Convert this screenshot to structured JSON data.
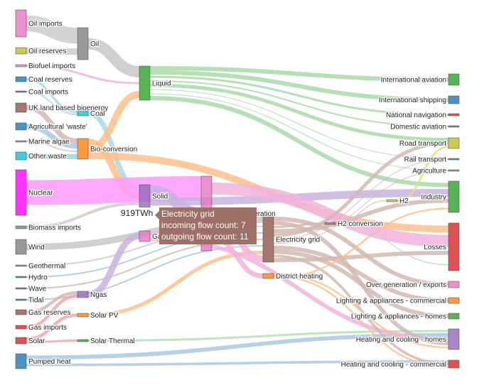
{
  "diagram": {
    "type": "sankey",
    "nodes": [
      {
        "id": "oil_imports",
        "label": "Oil imports",
        "color": "#e377c2"
      },
      {
        "id": "oil_reserves",
        "label": "Oil reserves",
        "color": "#bcbd22"
      },
      {
        "id": "biofuel_imports",
        "label": "Biofuel imports",
        "color": "#e377c2"
      },
      {
        "id": "coal_reserves",
        "label": "Coal reserves",
        "color": "#1f77b4"
      },
      {
        "id": "coal_imports",
        "label": "Coal imports",
        "color": "#8c564b"
      },
      {
        "id": "uk_bioenergy",
        "label": "UK land based bioenergy",
        "color": "#8c564b"
      },
      {
        "id": "agri_waste",
        "label": "Agricultural 'waste'",
        "color": "#1f77b4"
      },
      {
        "id": "marine_algae",
        "label": "Marine algae",
        "color": "#7f7f7f"
      },
      {
        "id": "other_waste",
        "label": "Other waste",
        "color": "#17becf"
      },
      {
        "id": "nuclear",
        "label": "Nuclear",
        "color": "#ff00ff"
      },
      {
        "id": "biomass_imports",
        "label": "Biomass imports",
        "color": "#7f7f7f"
      },
      {
        "id": "wind",
        "label": "Wind",
        "color": "#7f7f7f"
      },
      {
        "id": "geothermal",
        "label": "Geothermal",
        "color": "#7f7f7f"
      },
      {
        "id": "hydro",
        "label": "Hydro",
        "color": "#1f77b4"
      },
      {
        "id": "wave",
        "label": "Wave",
        "color": "#8c564b"
      },
      {
        "id": "tidal",
        "label": "Tidal",
        "color": "#1f77b4"
      },
      {
        "id": "gas_reserves",
        "label": "Gas reserves",
        "color": "#8c564b"
      },
      {
        "id": "gas_imports",
        "label": "Gas imports",
        "color": "#d62728"
      },
      {
        "id": "solar",
        "label": "Solar",
        "color": "#d62728"
      },
      {
        "id": "pumped_heat",
        "label": "Pumped heat",
        "color": "#1f77b4"
      },
      {
        "id": "oil",
        "label": "Oil",
        "color": "#7f7f7f"
      },
      {
        "id": "coal",
        "label": "Coal",
        "color": "#17becf"
      },
      {
        "id": "bio_conversion",
        "label": "Bio-conversion",
        "color": "#ff7f0e"
      },
      {
        "id": "ngas",
        "label": "Ngas",
        "color": "#9467bd"
      },
      {
        "id": "solar_pv",
        "label": "Solar PV",
        "color": "#ff7f0e"
      },
      {
        "id": "solar_thermal",
        "label": "Solar Thermal",
        "color": "#2ca02c"
      },
      {
        "id": "liquid",
        "label": "Liquid",
        "color": "#2ca02c"
      },
      {
        "id": "solid",
        "label": "Solid",
        "color": "#9467bd"
      },
      {
        "id": "gas",
        "label": "Gas",
        "color": "#e377c2"
      },
      {
        "id": "thermal_gen",
        "label": "Thermal generation",
        "color": "#e377c2"
      },
      {
        "id": "electricity_grid",
        "label": "Electricity grid",
        "color": "#8c564b"
      },
      {
        "id": "district_heating",
        "label": "District heating",
        "color": "#ff7f0e"
      },
      {
        "id": "h2_conversion",
        "label": "H2 conversion",
        "color": "#7f7f7f"
      },
      {
        "id": "h2",
        "label": "H2",
        "color": "#bcbd22"
      },
      {
        "id": "international_aviation",
        "label": "International aviation",
        "color": "#2ca02c"
      },
      {
        "id": "international_shipping",
        "label": "International shipping",
        "color": "#1f77b4"
      },
      {
        "id": "national_navigation",
        "label": "National navigation",
        "color": "#d62728"
      },
      {
        "id": "domestic_aviation",
        "label": "Domestic aviation",
        "color": "#8c564b"
      },
      {
        "id": "road_transport",
        "label": "Road transport",
        "color": "#bcbd22"
      },
      {
        "id": "rail_transport",
        "label": "Rail transport",
        "color": "#1f77b4"
      },
      {
        "id": "agriculture",
        "label": "Agriculture",
        "color": "#7f7f7f"
      },
      {
        "id": "industry",
        "label": "Industry",
        "color": "#2ca02c"
      },
      {
        "id": "losses",
        "label": "Losses",
        "color": "#d62728"
      },
      {
        "id": "over_generation",
        "label": "Over generation / exports",
        "color": "#e377c2"
      },
      {
        "id": "lighting_commercial",
        "label": "Lighting & appliances - commercial",
        "color": "#ff7f0e"
      },
      {
        "id": "lighting_homes",
        "label": "Lighting & appliances - homes",
        "color": "#2ca02c"
      },
      {
        "id": "heating_homes",
        "label": "Heating and cooling - homes",
        "color": "#9467bd"
      },
      {
        "id": "heating_commercial",
        "label": "Heating and cooling - commercial",
        "color": "#d62728"
      }
    ],
    "links": [
      {
        "source": "oil_imports",
        "target": "oil",
        "color": "#cccccc"
      },
      {
        "source": "oil_reserves",
        "target": "oil",
        "color": "#cccccc"
      },
      {
        "source": "oil",
        "target": "liquid",
        "color": "#c8c8c8"
      },
      {
        "source": "biofuel_imports",
        "target": "liquid",
        "color": "#f2b3de"
      },
      {
        "source": "coal_reserves",
        "target": "coal",
        "color": "#a6d8e8"
      },
      {
        "source": "coal_imports",
        "target": "coal",
        "color": "#a6d8e8"
      },
      {
        "source": "coal",
        "target": "solid",
        "color": "#a6d8e8"
      },
      {
        "source": "uk_bioenergy",
        "target": "bio_conversion",
        "color": "#d4b8b0"
      },
      {
        "source": "agri_waste",
        "target": "bio_conversion",
        "color": "#a9c8e4"
      },
      {
        "source": "marine_algae",
        "target": "bio_conversion",
        "color": "#cccccc"
      },
      {
        "source": "other_waste",
        "target": "bio_conversion",
        "color": "#8fdbe6"
      },
      {
        "source": "bio_conversion",
        "target": "solid",
        "color": "#ffc08a"
      },
      {
        "source": "bio_conversion",
        "target": "liquid",
        "color": "#ffc08a"
      },
      {
        "source": "bio_conversion",
        "target": "losses",
        "color": "#ffc08a"
      },
      {
        "source": "nuclear",
        "target": "thermal_gen",
        "color": "#ff99ff"
      },
      {
        "source": "biomass_imports",
        "target": "solid",
        "color": "#cccccc"
      },
      {
        "source": "wind",
        "target": "electricity_grid",
        "color": "#c8c8c8"
      },
      {
        "source": "geothermal",
        "target": "electricity_grid",
        "color": "#cccccc"
      },
      {
        "source": "hydro",
        "target": "electricity_grid",
        "color": "#a9c8e4"
      },
      {
        "source": "wave",
        "target": "electricity_grid",
        "color": "#d4b8b0"
      },
      {
        "source": "tidal",
        "target": "electricity_grid",
        "color": "#a9c8e4"
      },
      {
        "source": "gas_reserves",
        "target": "ngas",
        "color": "#d4b8b0"
      },
      {
        "source": "gas_imports",
        "target": "ngas",
        "color": "#f0a8a8"
      },
      {
        "source": "ngas",
        "target": "gas",
        "color": "#c9b3e0"
      },
      {
        "source": "solar",
        "target": "solar_pv",
        "color": "#f0a8a8"
      },
      {
        "source": "solar",
        "target": "solar_thermal",
        "color": "#f0a8a8"
      },
      {
        "source": "solar_pv",
        "target": "electricity_grid",
        "color": "#ffc08a"
      },
      {
        "source": "solar_thermal",
        "target": "heating_homes",
        "color": "#b3e0b3"
      },
      {
        "source": "pumped_heat",
        "target": "heating_homes",
        "color": "#a9c8e4"
      },
      {
        "source": "pumped_heat",
        "target": "heating_commercial",
        "color": "#a9c8e4"
      },
      {
        "source": "liquid",
        "target": "international_aviation",
        "color": "#a8dba8"
      },
      {
        "source": "liquid",
        "target": "international_shipping",
        "color": "#a8dba8"
      },
      {
        "source": "liquid",
        "target": "national_navigation",
        "color": "#a8dba8"
      },
      {
        "source": "liquid",
        "target": "domestic_aviation",
        "color": "#a8dba8"
      },
      {
        "source": "liquid",
        "target": "road_transport",
        "color": "#a8dba8"
      },
      {
        "source": "liquid",
        "target": "rail_transport",
        "color": "#a8dba8"
      },
      {
        "source": "liquid",
        "target": "agriculture",
        "color": "#a8dba8"
      },
      {
        "source": "liquid",
        "target": "industry",
        "color": "#a8dba8"
      },
      {
        "source": "solid",
        "target": "thermal_gen",
        "color": "#c9b3e0"
      },
      {
        "source": "solid",
        "target": "industry",
        "color": "#c9b3e0"
      },
      {
        "source": "gas",
        "target": "thermal_gen",
        "color": "#f2b3de"
      },
      {
        "source": "gas",
        "target": "heating_homes",
        "color": "#f2b3de"
      },
      {
        "source": "thermal_gen",
        "target": "losses",
        "color": "#f2b3de"
      },
      {
        "source": "thermal_gen",
        "target": "electricity_grid",
        "color": "#f2b3de"
      },
      {
        "source": "thermal_gen",
        "target": "district_heating",
        "color": "#f2b3de"
      },
      {
        "source": "electricity_grid",
        "target": "over_generation",
        "color": "#d4b8b0"
      },
      {
        "source": "electricity_grid",
        "target": "heating_homes",
        "color": "#d4b8b0"
      },
      {
        "source": "electricity_grid",
        "target": "h2_conversion",
        "color": "#d4b8b0"
      },
      {
        "source": "electricity_grid",
        "target": "industry",
        "color": "#d4b8b0"
      },
      {
        "source": "electricity_grid",
        "target": "road_transport",
        "color": "#d4b8b0"
      },
      {
        "source": "electricity_grid",
        "target": "rail_transport",
        "color": "#d4b8b0"
      },
      {
        "source": "electricity_grid",
        "target": "agriculture",
        "color": "#d4b8b0"
      },
      {
        "source": "electricity_grid",
        "target": "lighting_commercial",
        "color": "#d4b8b0"
      },
      {
        "source": "electricity_grid",
        "target": "lighting_homes",
        "color": "#d4b8b0"
      },
      {
        "source": "electricity_grid",
        "target": "heating_commercial",
        "color": "#d4b8b0"
      },
      {
        "source": "electricity_grid",
        "target": "losses",
        "color": "#d4b8b0"
      },
      {
        "source": "district_heating",
        "target": "heating_homes",
        "color": "#ffc08a"
      },
      {
        "source": "district_heating",
        "target": "heating_commercial",
        "color": "#ffc08a"
      },
      {
        "source": "district_heating",
        "target": "industry",
        "color": "#ffc08a"
      },
      {
        "source": "h2_conversion",
        "target": "h2",
        "color": "#cccccc"
      },
      {
        "source": "h2_conversion",
        "target": "losses",
        "color": "#cccccc"
      },
      {
        "source": "h2",
        "target": "road_transport",
        "color": "#e0e08a"
      }
    ]
  },
  "tooltip": {
    "value": "919TWh",
    "title": "Electricity grid",
    "incoming": "incoming flow count: 7",
    "outgoing": "outgoing flow count: 11",
    "color": "#9b6c62"
  }
}
